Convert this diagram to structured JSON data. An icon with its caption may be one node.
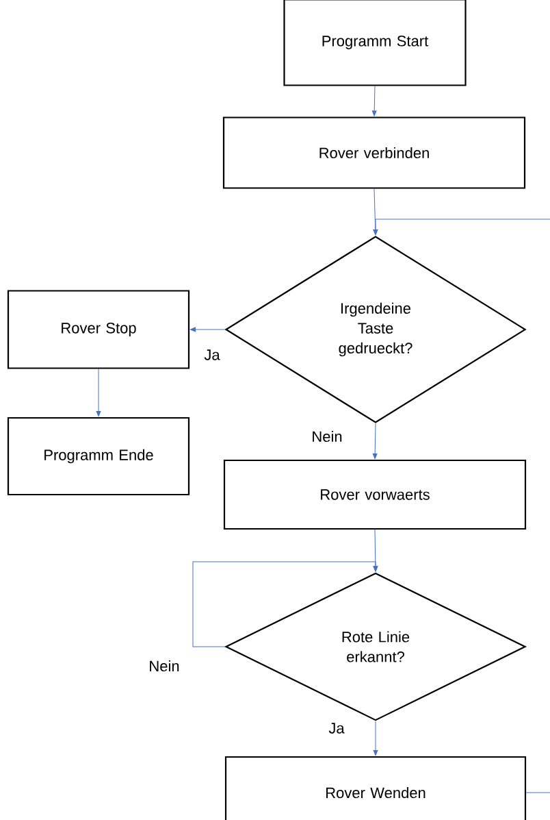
{
  "diagram": {
    "nodes": [
      {
        "text": [
          "Programm Start"
        ]
      },
      {
        "text": [
          "Rover verbinden"
        ]
      },
      {
        "text": [
          "Irgendeine Taste gedrueckt?"
        ]
      },
      {
        "text": [
          "Rover Stop"
        ]
      },
      {
        "text": [
          "Programm Ende"
        ]
      },
      {
        "text": [
          "Rover vorwaerts"
        ]
      },
      {
        "text": [
          "Rote Linie erkannt?"
        ]
      },
      {
        "text": [
          "Rover Wenden"
        ]
      }
    ],
    "edges": [
      {
        "from": 0,
        "to": 1,
        "arrow": "to"
      },
      {
        "from": 1,
        "to": 2,
        "arrow": "to"
      },
      {
        "from": 2,
        "to": 3,
        "arrow": "to",
        "label": "Ja"
      },
      {
        "from": 3,
        "to": 4,
        "arrow": "to"
      },
      {
        "from": 2,
        "to": 5,
        "arrow": "to",
        "label": "Nein"
      },
      {
        "from": 5,
        "to": 6,
        "arrow": "to"
      },
      {
        "from": 6,
        "to": 6,
        "arrow": "to",
        "label": "Nein"
      },
      {
        "from": 6,
        "to": 7,
        "arrow": "to",
        "label": "Ja"
      },
      {
        "from": 7,
        "to": 2,
        "arrow": "to"
      }
    ]
  }
}
